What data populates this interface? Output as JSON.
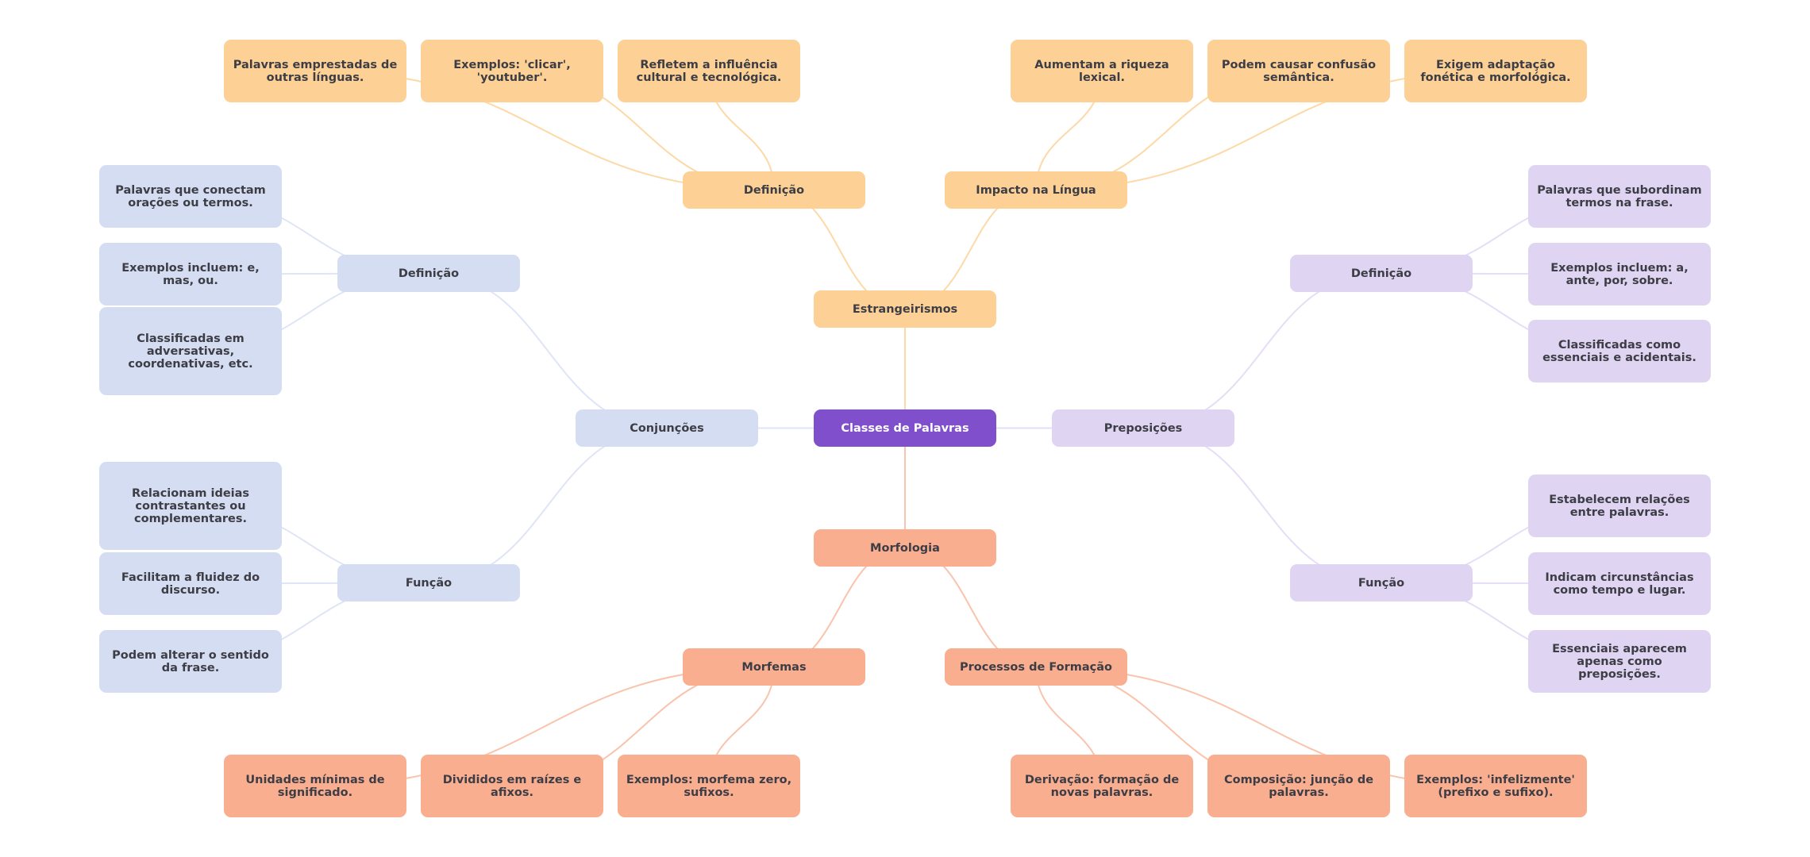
{
  "colors": {
    "root": "#7F4FCC",
    "estrangeirismos": "#FDD195",
    "estrangeirismos_edge": "#FDD9A8",
    "morfologia": "#F9AE90",
    "morfologia_edge": "#FAC3AC",
    "conjuncoes": "#D5DDF2",
    "conjuncoes_edge": "#DFE5F6",
    "preposicoes": "#DFD4F2",
    "preposicoes_edge": "#E6DDF6",
    "text_dark": "#3d3d45",
    "text_light": "#ffffff"
  },
  "root": {
    "label": "Classes de Palavras"
  },
  "branches": {
    "estrangeirismos": {
      "label": "Estrangeirismos",
      "definicao": {
        "label": "Definição",
        "leaves": [
          "Palavras emprestadas de outras línguas.",
          "Exemplos: 'clicar', 'youtuber'.",
          "Refletem a influência cultural e tecnológica."
        ]
      },
      "impacto": {
        "label": "Impacto na Língua",
        "leaves": [
          "Aumentam a riqueza lexical.",
          "Podem causar confusão semântica.",
          "Exigem adaptação fonética e morfológica."
        ]
      }
    },
    "conjuncoes": {
      "label": "Conjunções",
      "definicao": {
        "label": "Definição",
        "leaves": [
          "Palavras que conectam orações ou termos.",
          "Exemplos incluem: e, mas, ou.",
          "Classificadas em adversativas, coordenativas, etc."
        ]
      },
      "funcao": {
        "label": "Função",
        "leaves": [
          "Relacionam ideias contrastantes ou complementares.",
          "Facilitam a fluidez do discurso.",
          "Podem alterar o sentido da frase."
        ]
      }
    },
    "preposicoes": {
      "label": "Preposições",
      "definicao": {
        "label": "Definição",
        "leaves": [
          "Palavras que subordinam termos na frase.",
          "Exemplos incluem: a, ante, por, sobre.",
          "Classificadas como essenciais e acidentais."
        ]
      },
      "funcao": {
        "label": "Função",
        "leaves": [
          "Estabelecem relações entre palavras.",
          "Indicam circunstâncias como tempo e lugar.",
          "Essenciais aparecem apenas como preposições."
        ]
      }
    },
    "morfologia": {
      "label": "Morfologia",
      "morfemas": {
        "label": "Morfemas",
        "leaves": [
          "Unidades mínimas de significado.",
          "Divididos em raízes e afixos.",
          "Exemplos: morfema zero, sufixos."
        ]
      },
      "processos": {
        "label": "Processos de Formação",
        "leaves": [
          "Derivação: formação de novas palavras.",
          "Composição: junção de palavras.",
          "Exemplos: 'infelizmente' (prefixo e sufixo)."
        ]
      }
    }
  }
}
